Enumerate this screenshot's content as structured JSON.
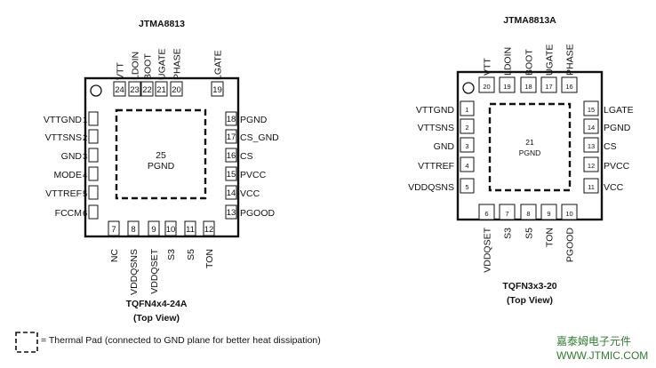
{
  "colors": {
    "ink": "#111111",
    "watermark": "#2f7d2f"
  },
  "packages": [
    {
      "id": "pkg1",
      "name": "JTMA8813",
      "package_label": "TQFN4x4-24A",
      "view_label": "(Top View)",
      "center_pin": "25",
      "center_name": "PGND",
      "top_pins": [
        {
          "num": "24",
          "name": "VTT"
        },
        {
          "num": "23",
          "name": "LDOIN"
        },
        {
          "num": "22",
          "name": "BOOT"
        },
        {
          "num": "21",
          "name": "UGATE"
        },
        {
          "num": "20",
          "name": "PHASE"
        },
        {
          "num": "19",
          "name": "LGATE"
        }
      ],
      "left_pins": [
        {
          "num": "1",
          "name": "VTTGND"
        },
        {
          "num": "2",
          "name": "VTTSNS"
        },
        {
          "num": "3",
          "name": "GND"
        },
        {
          "num": "4",
          "name": "MODE"
        },
        {
          "num": "5",
          "name": "VTTREF"
        },
        {
          "num": "6",
          "name": "FCCM"
        }
      ],
      "right_pins": [
        {
          "num": "18",
          "name": "PGND"
        },
        {
          "num": "17",
          "name": "CS_GND"
        },
        {
          "num": "16",
          "name": "CS"
        },
        {
          "num": "15",
          "name": "PVCC"
        },
        {
          "num": "14",
          "name": "VCC"
        },
        {
          "num": "13",
          "name": "PGOOD"
        }
      ],
      "bottom_pins": [
        {
          "num": "7",
          "name": "NC"
        },
        {
          "num": "8",
          "name": "VDDQSNS"
        },
        {
          "num": "9",
          "name": "VDDQSET"
        },
        {
          "num": "10",
          "name": "S3"
        },
        {
          "num": "11",
          "name": "S5"
        },
        {
          "num": "12",
          "name": "TON"
        }
      ]
    },
    {
      "id": "pkg2",
      "name": "JTMA8813A",
      "package_label": "TQFN3x3-20",
      "view_label": "(Top View)",
      "center_pin": "21",
      "center_name": "PGND",
      "top_pins": [
        {
          "num": "20",
          "name": "VTT"
        },
        {
          "num": "19",
          "name": "LDOIN"
        },
        {
          "num": "18",
          "name": "BOOT"
        },
        {
          "num": "17",
          "name": "UGATE"
        },
        {
          "num": "16",
          "name": "PHASE"
        }
      ],
      "left_pins": [
        {
          "num": "1",
          "name": "VTTGND"
        },
        {
          "num": "2",
          "name": "VTTSNS"
        },
        {
          "num": "3",
          "name": "GND"
        },
        {
          "num": "4",
          "name": "VTTREF"
        },
        {
          "num": "5",
          "name": "VDDQSNS"
        }
      ],
      "right_pins": [
        {
          "num": "15",
          "name": "LGATE"
        },
        {
          "num": "14",
          "name": "PGND"
        },
        {
          "num": "13",
          "name": "CS"
        },
        {
          "num": "12",
          "name": "PVCC"
        },
        {
          "num": "11",
          "name": "VCC"
        }
      ],
      "bottom_pins": [
        {
          "num": "6",
          "name": "VDDQSET"
        },
        {
          "num": "7",
          "name": "S3"
        },
        {
          "num": "8",
          "name": "S5"
        },
        {
          "num": "9",
          "name": "TON"
        },
        {
          "num": "10",
          "name": "PGOOD"
        }
      ]
    }
  ],
  "legend": {
    "text": "= Thermal Pad (connected to GND plane for better heat dissipation)"
  },
  "watermark": {
    "line1": "嘉泰姆电子元件",
    "line2": "WWW.JTMIC.COM"
  }
}
